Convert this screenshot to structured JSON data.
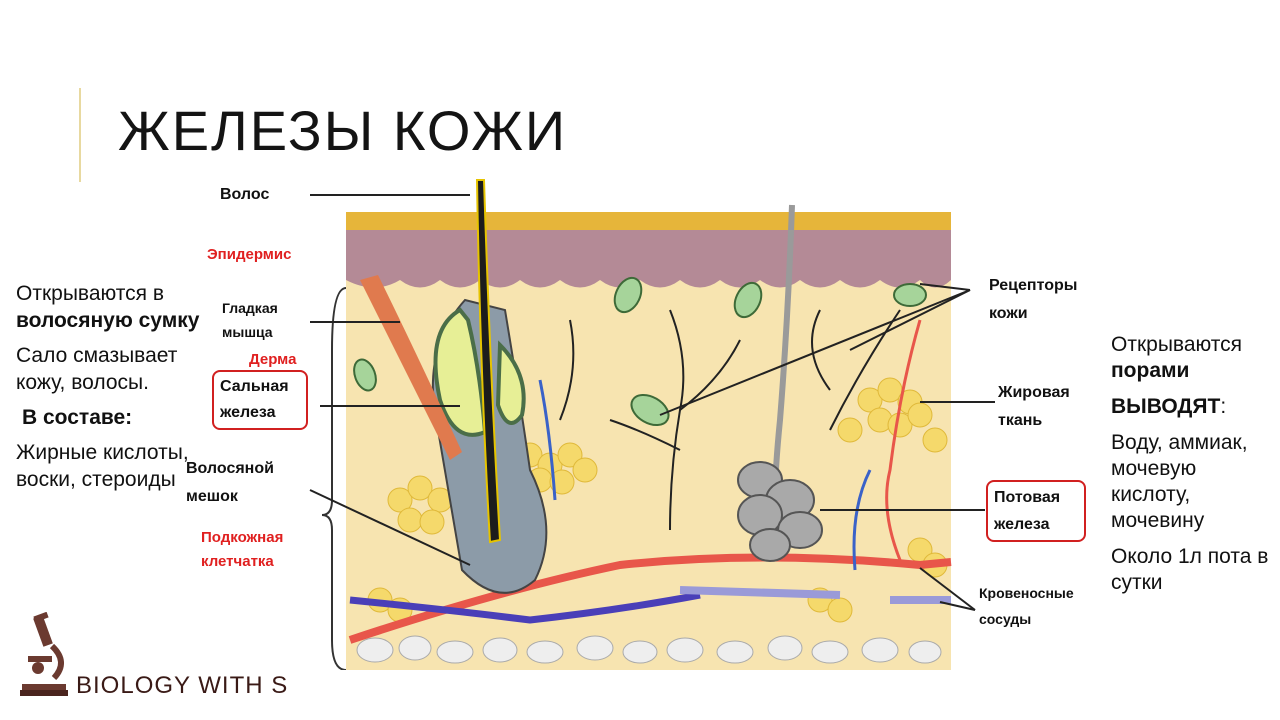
{
  "title": "ЖЕЛЕЗЫ КОЖИ",
  "left": {
    "opens_prefix": "Открываются в",
    "opens_bold": "волосяную сумку",
    "sebum": "Сало смазывает кожу, волосы.",
    "composition_heading": "В составе:",
    "composition": "Жирные кислоты, воски, стероиды"
  },
  "right": {
    "opens_prefix": "Открываются",
    "opens_bold": "порами",
    "excrete_heading": "ВЫВОДЯТ",
    "excrete_colon": ":",
    "excrete_list": "Воду, аммиак, мочевую кислоту, мочевину",
    "volume": "Около 1л пота в сутки"
  },
  "labels": {
    "hair": "Волос",
    "epidermis": "Эпидермис",
    "smooth_muscle": "Гладкая мышца",
    "dermis": "Дерма",
    "sebaceous_gland": "Сальная железа",
    "hair_follicle": "Волосяной мешок",
    "subcutaneous": "Подкожная клетчатка",
    "receptors": "Рецепторы кожи",
    "fat_tissue": "Жировая ткань",
    "sweat_gland": "Потовая железа",
    "blood_vessels": "Кровеносные сосуды"
  },
  "logo": {
    "text": "BIOLOGY WITH S",
    "icon": "microscope-icon"
  },
  "colors": {
    "label_red": "#e02020",
    "box_red": "#d12020",
    "logo_brown": "#5a2a22"
  }
}
